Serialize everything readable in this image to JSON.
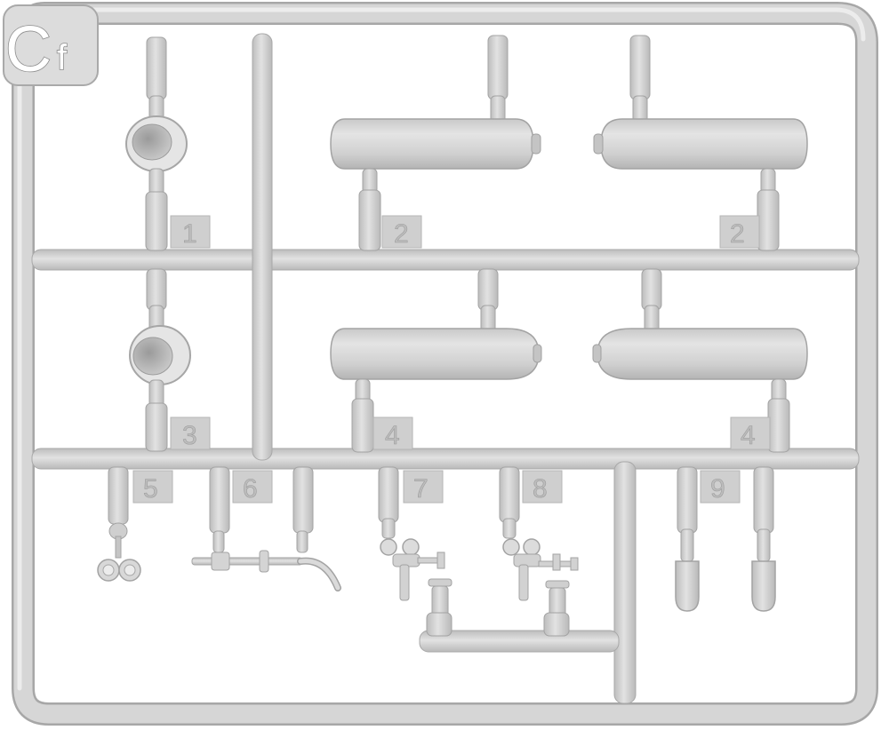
{
  "sprue": {
    "letter": "C",
    "subletter": "f",
    "part_numbers": [
      "1",
      "2",
      "2",
      "3",
      "4",
      "4",
      "5",
      "6",
      "7",
      "8",
      "9"
    ],
    "colors": {
      "plastic": "#d2d2d2",
      "plastic_dark": "#a9a9a9",
      "plastic_light": "#e6e6e6",
      "background": "#ffffff"
    }
  }
}
